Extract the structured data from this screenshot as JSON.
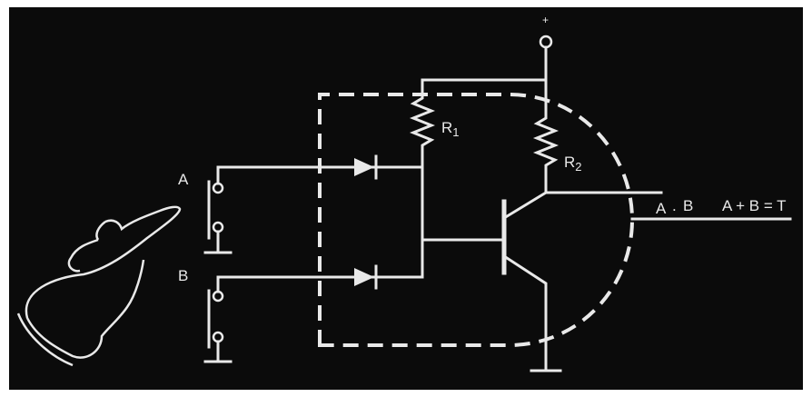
{
  "diagram": {
    "labels": {
      "plus": "+",
      "r1": "R",
      "r1_sub": "1",
      "r2": "R",
      "r2_sub": "2",
      "switch_a": "A",
      "switch_b": "B",
      "out_a": "A",
      "out_dot": ".",
      "out_b": "B",
      "equation": "A + B = T"
    },
    "colors": {
      "background": "#0b0b0b",
      "line": "#e9e9e9"
    }
  }
}
